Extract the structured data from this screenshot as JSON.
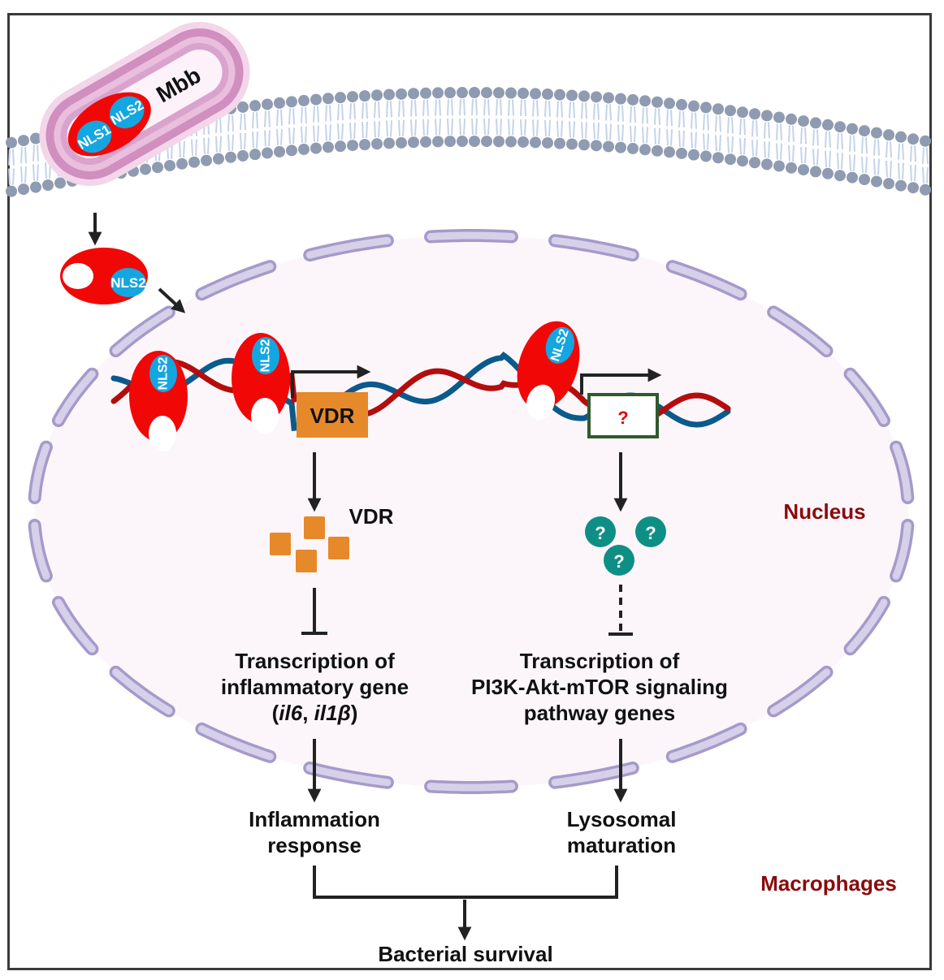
{
  "figure": {
    "bacterium_label": "Mbb",
    "protein_domains": {
      "nls1": "NLS1",
      "nls2": "NLS2"
    },
    "gene_box_vdr": "VDR",
    "gene_box_unknown": "?",
    "vdr_protein_label": "VDR",
    "unknown_protein_label": "?",
    "nucleus_label": "Nucleus",
    "cell_label": "Macrophages",
    "left_pathway": {
      "transcription_line1": "Transcription of",
      "transcription_line2": "inflammatory gene",
      "transcription_line3_prefix": "(",
      "gene1": "il6",
      "gene_sep": ", ",
      "gene2": "il1β",
      "transcription_line3_suffix": ")",
      "outcome_line1": "Inflammation",
      "outcome_line2": "response"
    },
    "right_pathway": {
      "transcription_line1": "Transcription of",
      "transcription_line2": "PI3K-Akt-mTOR signaling",
      "transcription_line3": "pathway genes",
      "outcome_line1": "Lysosomal",
      "outcome_line2": "maturation"
    },
    "final_outcome": "Bacterial survival",
    "colors": {
      "protein_red": "#f20707",
      "nls_blue": "#14a6e0",
      "vdr_orange": "#e6892b",
      "unknown_teal": "#0e8f86",
      "unknown_box_border": "#2e5a2e",
      "dna_red": "#b30d0d",
      "dna_blue": "#0b5a8c",
      "nucleus_fill": "#fcf6fb",
      "nuclear_envelope": "#a59ac9",
      "nuclear_envelope_fill": "#d6d0ea",
      "membrane_head": "#8f9bb0",
      "membrane_tail": "#c5d3e8",
      "bacterium_wall": "#d08fbf",
      "label_darkred": "#8b0a0a"
    }
  }
}
